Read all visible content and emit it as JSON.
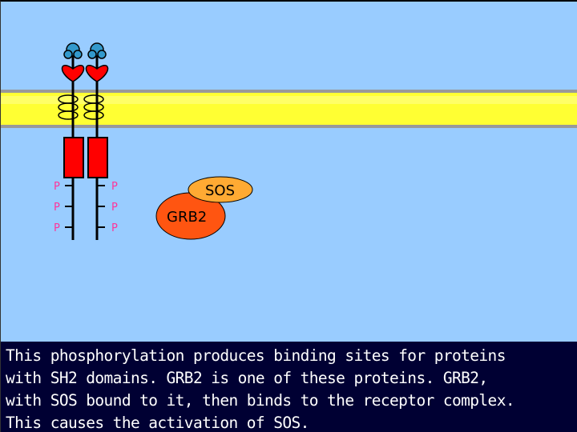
{
  "diagram": {
    "phospho_labels": [
      "P",
      "P",
      "P",
      "P",
      "P",
      "P"
    ],
    "sos_label": "SOS",
    "grb2_label": "GRB2",
    "colors": {
      "background": "#99ccff",
      "membrane": "#ffff33",
      "membrane_edge": "#999999",
      "receptor": "#ff0000",
      "ligand": "#3399cc",
      "sos": "#ffaa33",
      "grb2": "#ff5511",
      "phospho_text": "#ff3399",
      "caption_background": "#000033",
      "caption_text": "#ffffff"
    }
  },
  "caption": {
    "lines": [
      "This phosphorylation produces binding sites for proteins",
      "with SH2 domains. GRB2 is one of these proteins. GRB2,",
      "with SOS bound to it, then binds to the receptor complex.",
      "This causes the activation of SOS."
    ]
  }
}
